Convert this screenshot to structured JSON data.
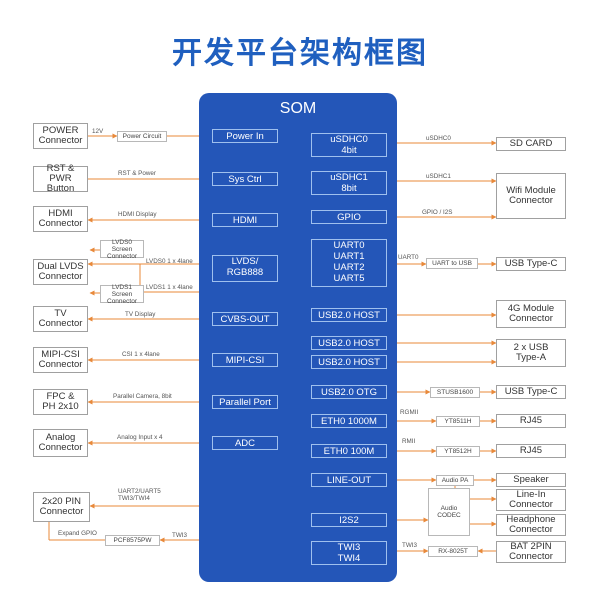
{
  "title": "开发平台架构框图",
  "som_title": "SOM",
  "left_pins": [
    {
      "id": "power-in",
      "label": "Power In"
    },
    {
      "id": "sys-ctrl",
      "label": "Sys Ctrl"
    },
    {
      "id": "hdmi",
      "label": "HDMI"
    },
    {
      "id": "lvds",
      "label": "LVDS/\nRGB888"
    },
    {
      "id": "cvbs",
      "label": "CVBS-OUT"
    },
    {
      "id": "mipi-csi",
      "label": "MIPI-CSI"
    },
    {
      "id": "parallel-port",
      "label": "Parallel Port"
    },
    {
      "id": "adc",
      "label": "ADC"
    }
  ],
  "right_pins": [
    {
      "id": "usdhc0",
      "label": "uSDHC0\n4bit"
    },
    {
      "id": "usdhc1",
      "label": "uSDHC1\n8bit"
    },
    {
      "id": "gpio",
      "label": "GPIO"
    },
    {
      "id": "uart",
      "label": "UART0\nUART1\nUART2\nUART5"
    },
    {
      "id": "usb-host-1",
      "label": "USB2.0 HOST"
    },
    {
      "id": "usb-host-2",
      "label": "USB2.0 HOST"
    },
    {
      "id": "usb-host-3",
      "label": "USB2.0 HOST"
    },
    {
      "id": "usb-otg",
      "label": "USB2.0 OTG"
    },
    {
      "id": "eth-1000",
      "label": "ETH0 1000M"
    },
    {
      "id": "eth-100",
      "label": "ETH0 100M"
    },
    {
      "id": "line-out",
      "label": "LINE-OUT"
    },
    {
      "id": "i2s2",
      "label": "I2S2"
    },
    {
      "id": "twi",
      "label": "TWI3\nTWI4"
    }
  ],
  "left_externals": [
    {
      "id": "power-connector",
      "label": "POWER\nConnector"
    },
    {
      "id": "rst-pwr-button",
      "label": "RST & PWR\nButton"
    },
    {
      "id": "hdmi-connector",
      "label": "HDMI\nConnector"
    },
    {
      "id": "dual-lvds-connector",
      "label": "Dual LVDS\nConnector"
    },
    {
      "id": "tv-connector",
      "label": "TV\nConnector"
    },
    {
      "id": "mipi-csi-connector",
      "label": "MIPI-CSI\nConnector"
    },
    {
      "id": "fpc-ph-connector",
      "label": "FPC &\nPH 2x10"
    },
    {
      "id": "analog-connector",
      "label": "Analog\nConnector"
    },
    {
      "id": "pin-connector",
      "label": "2x20 PIN\nConnector"
    }
  ],
  "right_externals": [
    {
      "id": "sd-card",
      "label": "SD CARD"
    },
    {
      "id": "wifi-module",
      "label": "Wifi Module\nConnector"
    },
    {
      "id": "usb-type-c-1",
      "label": "USB Type-C"
    },
    {
      "id": "4g-module",
      "label": "4G Module\nConnector"
    },
    {
      "id": "usb-type-a",
      "label": "2 x USB\nType-A"
    },
    {
      "id": "usb-type-c-2",
      "label": "USB Type-C"
    },
    {
      "id": "rj45-1",
      "label": "RJ45"
    },
    {
      "id": "rj45-2",
      "label": "RJ45"
    },
    {
      "id": "speaker",
      "label": "Speaker"
    },
    {
      "id": "line-in",
      "label": "Line-In\nConnector"
    },
    {
      "id": "headphone",
      "label": "Headphone\nConnector"
    },
    {
      "id": "bat-2pin",
      "label": "BAT 2PIN\nConnector"
    }
  ],
  "intermediates": [
    {
      "id": "power-circuit",
      "label": "Power Circuit"
    },
    {
      "id": "lvds0-screen",
      "label": "LVDS0 Screen\nConnector"
    },
    {
      "id": "lvds1-screen",
      "label": "LVDS1 Screen\nConnector"
    },
    {
      "id": "uart-to-usb",
      "label": "UART to USB"
    },
    {
      "id": "stusb1600",
      "label": "STUSB1600"
    },
    {
      "id": "yt8511h",
      "label": "YT8511H"
    },
    {
      "id": "yt8512h",
      "label": "YT8512H"
    },
    {
      "id": "audio-pa",
      "label": "Audio PA"
    },
    {
      "id": "audio-codec",
      "label": "Audio\nCODEC"
    },
    {
      "id": "rx-8025t",
      "label": "RX-8025T"
    },
    {
      "id": "pcf8575pw",
      "label": "PCF8575PW"
    }
  ],
  "line_labels": [
    {
      "id": "lbl-12v",
      "text": "12V"
    },
    {
      "id": "lbl-rst-power",
      "text": "RST & Power"
    },
    {
      "id": "lbl-hdmi-display",
      "text": "HDMI Display"
    },
    {
      "id": "lbl-lvds0",
      "text": "LVDS0 1 x 4lane"
    },
    {
      "id": "lbl-lvds1",
      "text": "LVDS1 1 x 4lane"
    },
    {
      "id": "lbl-tv-display",
      "text": "TV Display"
    },
    {
      "id": "lbl-csi",
      "text": "CSI 1 x 4lane"
    },
    {
      "id": "lbl-parallel-camera",
      "text": "Parallel Camera, 8bit"
    },
    {
      "id": "lbl-analog-input",
      "text": "Analog Input x 4"
    },
    {
      "id": "lbl-uart2-uart5",
      "text": "UART2/UART5\nTWI3/TWI4"
    },
    {
      "id": "lbl-expand-gpio",
      "text": "Expand GPIO"
    },
    {
      "id": "lbl-twi3-left",
      "text": "TWI3"
    },
    {
      "id": "lbl-usdhc0",
      "text": "uSDHC0"
    },
    {
      "id": "lbl-usdhc1",
      "text": "uSDHC1"
    },
    {
      "id": "lbl-gpio-i2s",
      "text": "GPIO / I2S"
    },
    {
      "id": "lbl-uart0",
      "text": "UART0"
    },
    {
      "id": "lbl-rgmii",
      "text": "RGMII"
    },
    {
      "id": "lbl-rmii",
      "text": "RMII"
    },
    {
      "id": "lbl-twi3-right",
      "text": "TWI3"
    }
  ],
  "colors": {
    "title": "#1f5fbf",
    "som": "#2456b8",
    "line": "#e8893a",
    "box_border": "#a0a0a0"
  }
}
